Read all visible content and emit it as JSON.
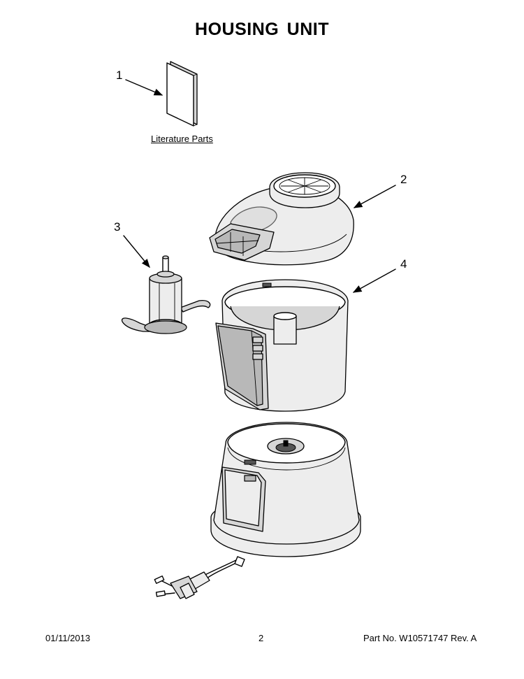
{
  "title": "HOUSING UNIT",
  "callouts": [
    {
      "number": "1"
    },
    {
      "number": "2"
    },
    {
      "number": "3"
    },
    {
      "number": "4"
    }
  ],
  "literature_label": "Literature Parts",
  "footer": {
    "date": "01/11/2013",
    "page": "2",
    "part_no": "Part No.  W10571747  Rev.  A"
  }
}
